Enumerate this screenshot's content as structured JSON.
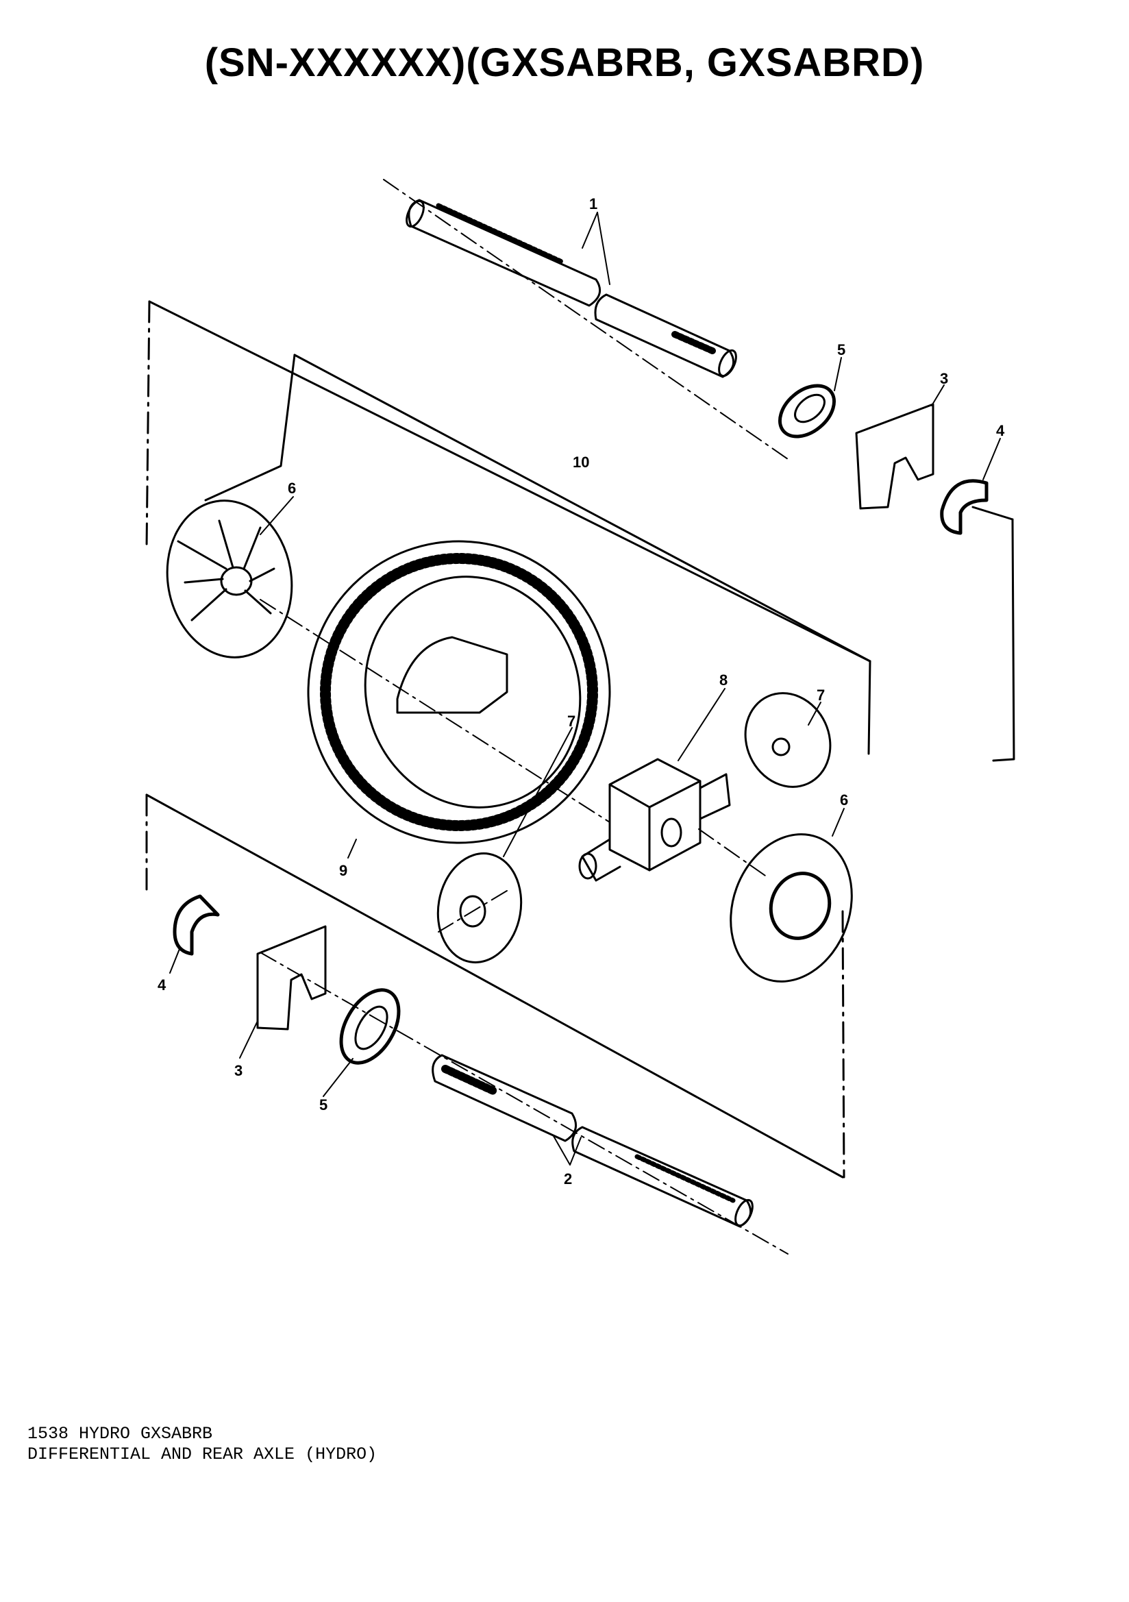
{
  "title": "(SN-XXXXXX)(GXSABRB, GXSABRD)",
  "footer": {
    "line1": "1538 HYDRO GXSABRB",
    "line2": "DIFFERENTIAL AND REAR AXLE (HYDRO)"
  },
  "callouts": {
    "c1": "1",
    "c2": "2",
    "c3_top": "3",
    "c3_bottom": "3",
    "c4_top": "4",
    "c4_bottom": "4",
    "c5_top": "5",
    "c5_bottom": "5",
    "c6_left": "6",
    "c6_right": "6",
    "c7_top": "7",
    "c7_bottom": "7",
    "c8": "8",
    "c9": "9",
    "c10": "10"
  }
}
